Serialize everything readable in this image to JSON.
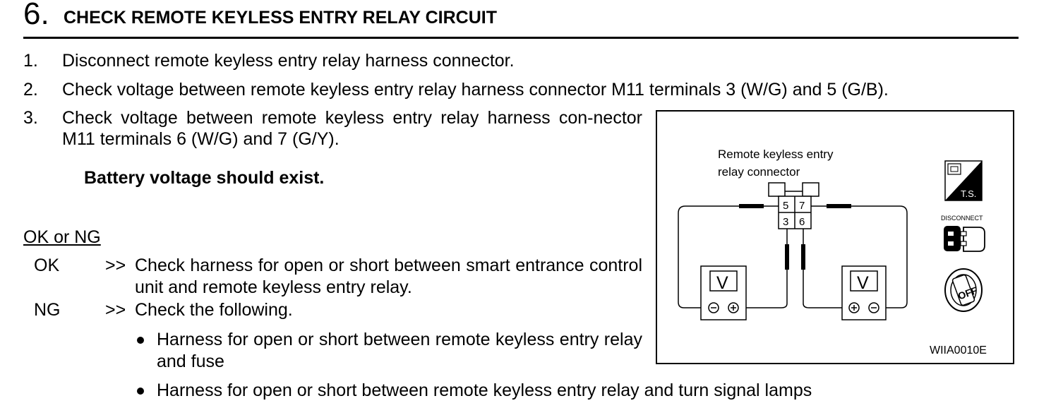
{
  "header": {
    "step_number": "6.",
    "title": "CHECK REMOTE KEYLESS ENTRY RELAY CIRCUIT"
  },
  "steps": [
    {
      "num": "1.",
      "text": "Disconnect remote keyless entry relay harness connector."
    },
    {
      "num": "2.",
      "text": "Check voltage between remote keyless entry relay harness connector M11 terminals 3 (W/G) and 5 (G/B)."
    },
    {
      "num": "3.",
      "text": "Check voltage between remote keyless entry relay harness con-nector M11 terminals 6 (W/G) and 7 (G/Y)."
    }
  ],
  "spec": "Battery voltage should exist.",
  "result_heading": "OK or NG",
  "results": {
    "ok": {
      "label": "OK",
      "arrow": ">>",
      "text": "Check harness for open or short between smart entrance control unit and remote keyless entry relay."
    },
    "ng": {
      "label": "NG",
      "arrow": ">>",
      "text": "Check the following.",
      "bullets": [
        "Harness for open or short between remote keyless entry relay and fuse",
        "Harness for open or short between remote keyless entry relay and turn signal lamps"
      ]
    }
  },
  "figure": {
    "connector_label_line1": "Remote keyless entry",
    "connector_label_line2": "relay connector",
    "terminals": [
      "5",
      "7",
      "3",
      "6"
    ],
    "meter_left_label": "V",
    "meter_right_label": "V",
    "ts_label": "T.S.",
    "disconnect_label": "DISCONNECT",
    "off_label": "OFF",
    "figure_code": "WIIA0010E",
    "icons": [
      "ts-icon",
      "disconnect-icon",
      "ignition-off-icon"
    ]
  }
}
